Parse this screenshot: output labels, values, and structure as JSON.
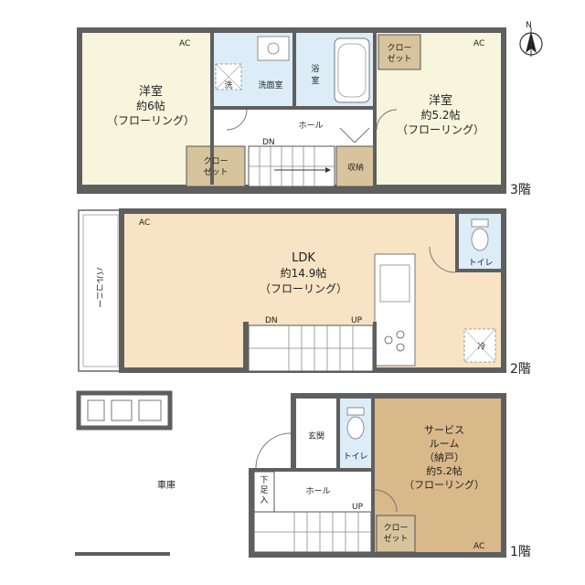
{
  "compass": {
    "label": "N"
  },
  "floor3": {
    "level_label": "3階",
    "bedroom_left": {
      "line1": "洋室",
      "line2": "約6帖",
      "line3": "（フローリング）",
      "ac": "AC"
    },
    "bedroom_right": {
      "line1": "洋室",
      "line2": "約5.2帖",
      "line3": "（フローリング）",
      "ac": "AC"
    },
    "closet_top_right": {
      "line1": "クロー",
      "line2": "ゼット"
    },
    "closet_bottom_left": {
      "line1": "クロー",
      "line2": "ゼット"
    },
    "washer": "洗",
    "washroom": "洗面室",
    "bath": {
      "line1": "浴",
      "line2": "室"
    },
    "hall": "ホール",
    "storage": "収納",
    "dn": "DN"
  },
  "floor2": {
    "level_label": "2階",
    "ldk": {
      "line1": "LDK",
      "line2": "約14.9帖",
      "line3": "（フローリング）",
      "ac": "AC"
    },
    "balcony": "バルコニー",
    "toilet": "トイレ",
    "fridge": "冷",
    "dn": "DN",
    "up": "UP"
  },
  "floor1": {
    "level_label": "1階",
    "garage": "車庫",
    "entrance": "玄関",
    "toilet": "トイレ",
    "hall": "ホール",
    "shoe_storage": {
      "line1": "下",
      "line2": "足",
      "line3": "入"
    },
    "service_room": {
      "line1": "サービス",
      "line2": "ルーム",
      "line3": "（納戸）",
      "line4": "約5.2帖",
      "line5": "（フローリング）",
      "ac": "AC"
    },
    "closet": {
      "line1": "クロー",
      "line2": "ゼット"
    },
    "up": "UP"
  },
  "colors": {
    "wall": "#5f5f5f",
    "bedroom": "#f7f5dc",
    "ldk": "#f8e3c4",
    "wet": "#dcedf8",
    "closet": "#d8c49c",
    "service": "#d9b88a",
    "hall": "#ffffff"
  }
}
